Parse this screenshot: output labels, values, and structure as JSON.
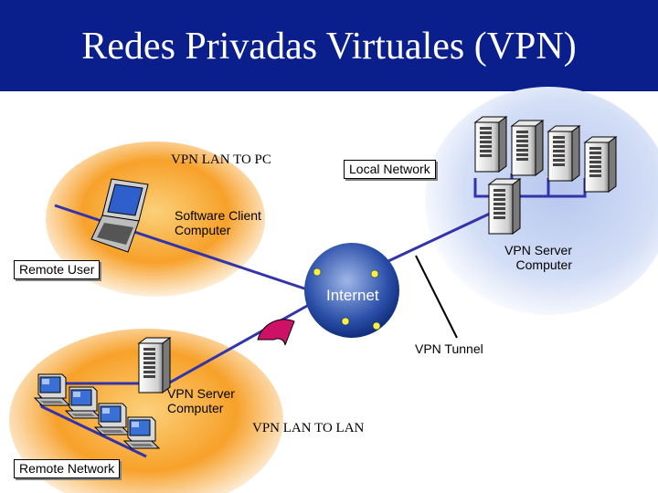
{
  "title": "Redes Privadas Virtuales (VPN)",
  "labels": {
    "vpn_lan_to_pc": "VPN LAN TO PC",
    "local_network": "Local Network",
    "software_client": "Software Client Computer",
    "vpn_server_top": "VPN Server Computer",
    "remote_user": "Remote User",
    "internet": "Internet",
    "vpn_tunnel": "VPN Tunnel",
    "vpn_server_bottom": "VPN Server Computer",
    "vpn_lan_to_lan": "VPN LAN TO LAN",
    "remote_network": "Remote Network"
  },
  "colors": {
    "title_bar": "#0a1e8c",
    "link": "#3333aa",
    "remote_user_zone": "#f7a12a",
    "local_network_zone": "#c9d6f2",
    "internet_globe": "#1a3d8c",
    "tunnel_marker": "#cc1166"
  }
}
